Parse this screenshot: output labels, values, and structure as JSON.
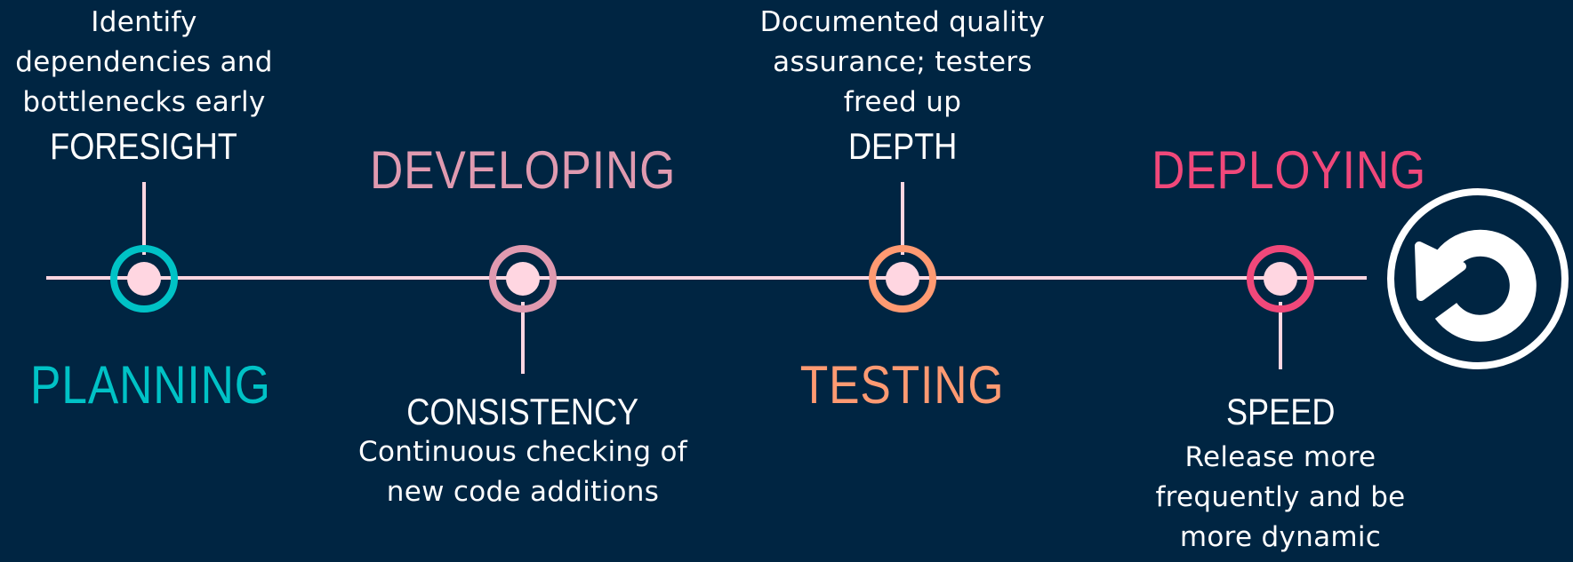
{
  "colors": {
    "background": "#002542",
    "timeline": "#ffd6e1",
    "dot_fill": "#ffd6e1",
    "text": "#ffffff",
    "planning": "#00c2c6",
    "developing": "#e09ab0",
    "testing": "#ff9a72",
    "deploying": "#f0487a"
  },
  "stages": [
    {
      "label": "PLANNING",
      "color_key": "planning",
      "benefit": {
        "title": "FORESIGHT",
        "description": "Identify\ndependencies and\nbottlenecks early"
      }
    },
    {
      "label": "DEVELOPING",
      "color_key": "developing",
      "benefit": {
        "title": "CONSISTENCY",
        "description": "Continuous checking of\nnew code additions"
      }
    },
    {
      "label": "TESTING",
      "color_key": "testing",
      "benefit": {
        "title": "DEPTH",
        "description": "Documented quality\nassurance; testers\nfreed up"
      }
    },
    {
      "label": "DEPLOYING",
      "color_key": "deploying",
      "benefit": {
        "title": "SPEED",
        "description": "Release more\nfrequently and be\nmore dynamic"
      }
    }
  ],
  "cycle_icon": "refresh-icon"
}
